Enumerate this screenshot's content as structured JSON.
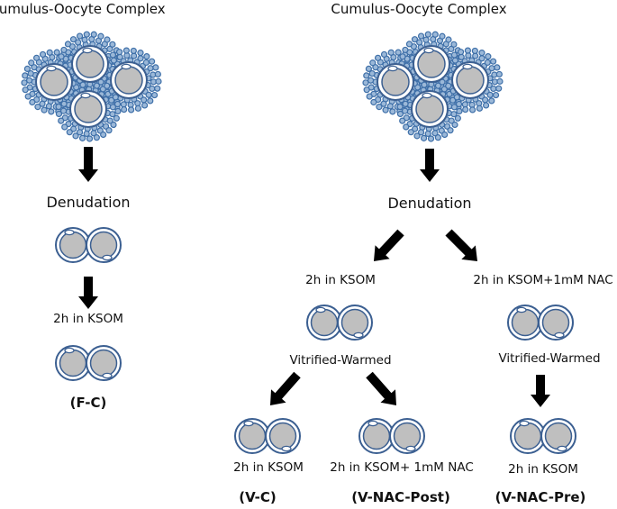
{
  "left_panel": {
    "title": "Cumulus-Oocyte Complex",
    "step_denudation": "Denudation",
    "step_culture": "2h in KSOM",
    "group_label": "(F-C)"
  },
  "right_panel": {
    "title": "Cumulus-Oocyte Complex",
    "step_denudation": "Denudation",
    "branch_left": {
      "culture": "2h in KSOM",
      "treatment": "Vitrified-Warmed",
      "sub_left": {
        "culture": "2h in KSOM",
        "group_label": "(V-C)"
      },
      "sub_right": {
        "culture": "2h in KSOM+ 1mM NAC",
        "group_label": "(V-NAC-Post)"
      }
    },
    "branch_right": {
      "culture": "2h in KSOM+1mM  NAC",
      "treatment": "Vitrified-Warmed",
      "culture_after": "2h in KSOM",
      "group_label": "(V-NAC-Pre)"
    }
  },
  "colors": {
    "cumulus": "#3e6fa8",
    "cell_outline": "#3b5f91",
    "cell_fill": "#bfbfbf",
    "arrow": "#000000"
  }
}
